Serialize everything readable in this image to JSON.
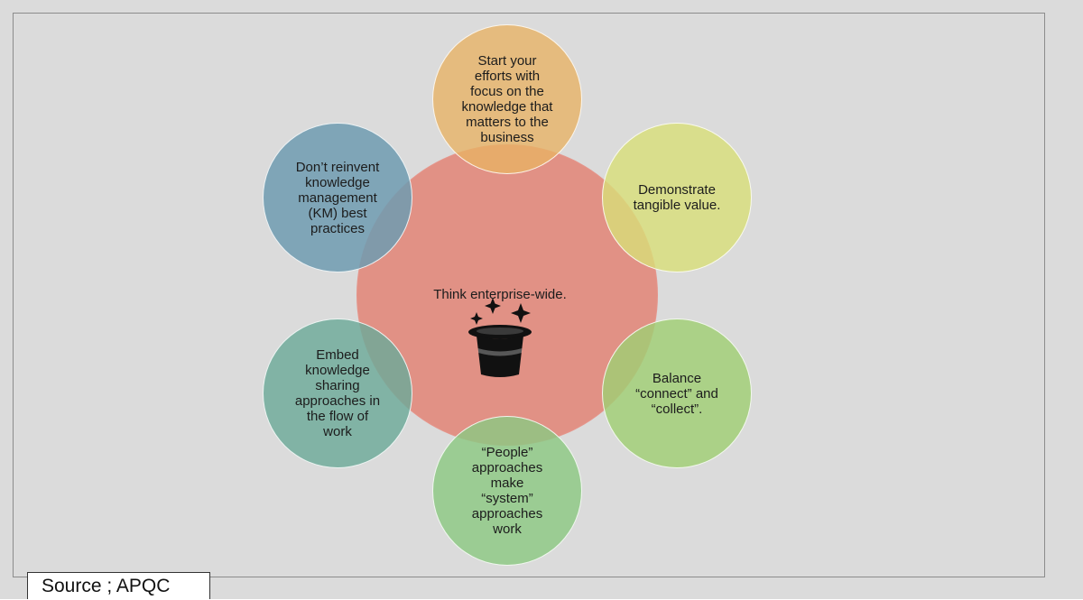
{
  "diagram": {
    "center": "Think enterprise-wide.",
    "nodes": {
      "top": "Start your efforts with focus on the knowledge that matters to the business",
      "top_right": "Demonstrate tangible value.",
      "bottom_right": "Balance “connect” and “collect”.",
      "bottom": "“People” approaches make “system” approaches work",
      "bottom_left": "Embed knowledge sharing approaches in the flow of work",
      "top_left": "Don’t reinvent knowledge management (KM) best practices"
    },
    "center_icon": "magic-hat-icon"
  },
  "source": "Source ; APQC"
}
